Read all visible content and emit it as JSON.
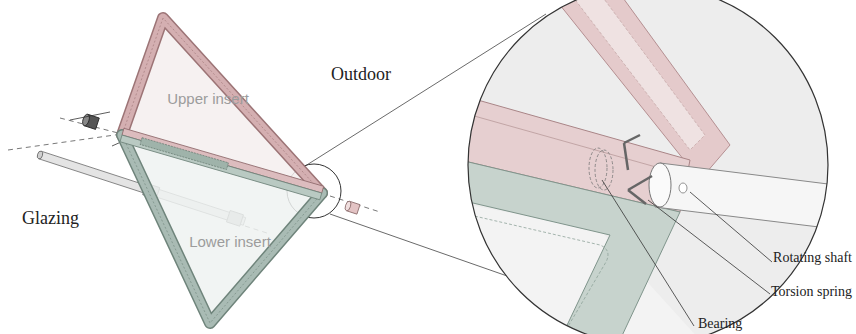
{
  "diagram": {
    "nodes": [
      {
        "text": [
          "Upper insert"
        ]
      },
      {
        "text": [
          "Lower insert"
        ]
      }
    ],
    "labels": [
      "Outdoor",
      "Glazing",
      "Rotating shaft",
      "Torsion spring",
      "Bearing"
    ]
  }
}
